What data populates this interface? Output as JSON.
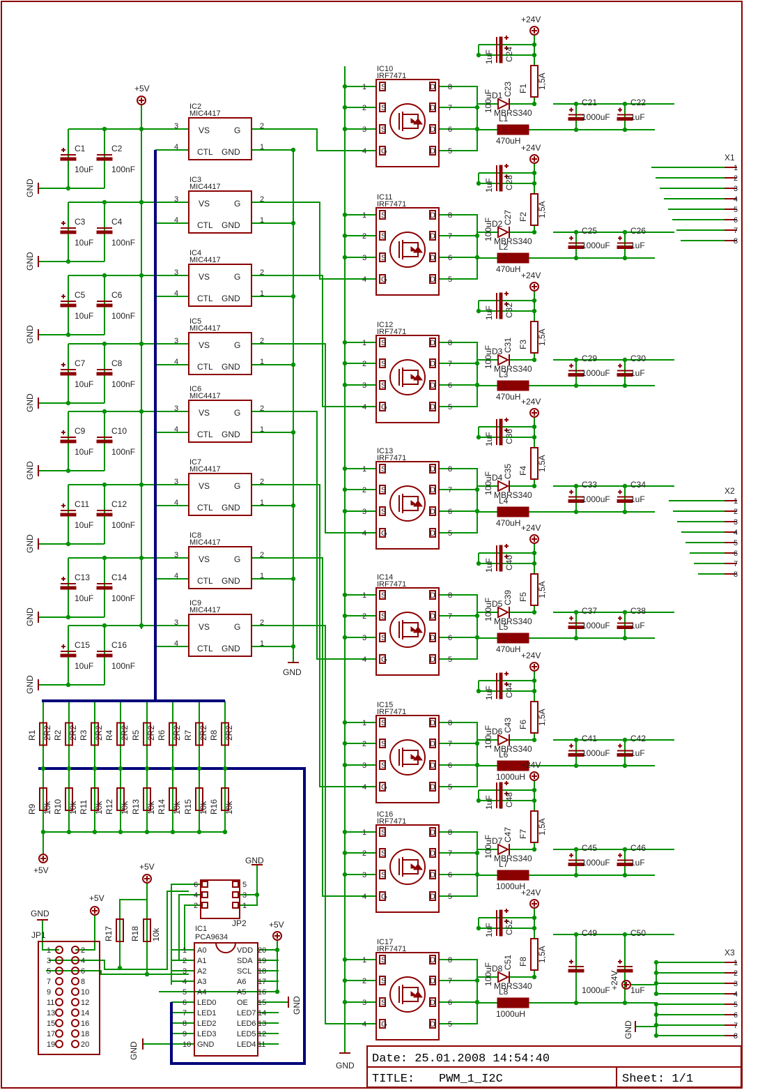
{
  "power": {
    "vcc5": "+5V",
    "vcc24": "+24V",
    "gnd": "GND"
  },
  "drivers": {
    "names": [
      "IC2",
      "IC3",
      "IC4",
      "IC5",
      "IC6",
      "IC7",
      "IC8",
      "IC9"
    ],
    "part": "MIC4417",
    "pins": {
      "vs": "VS",
      "g": "G",
      "ctl": "CTL",
      "gnd": "GND",
      "n3": "3",
      "n2": "2",
      "n4": "4",
      "n1": "1"
    }
  },
  "decoupling": {
    "pairs": [
      [
        "C1",
        "C2"
      ],
      [
        "C3",
        "C4"
      ],
      [
        "C5",
        "C6"
      ],
      [
        "C7",
        "C8"
      ],
      [
        "C9",
        "C10"
      ],
      [
        "C11",
        "C12"
      ],
      [
        "C13",
        "C14"
      ],
      [
        "C15",
        "C16"
      ]
    ],
    "v1": "10uF",
    "v2": "100nF"
  },
  "mosfets": {
    "names": [
      "IC10",
      "IC11",
      "IC12",
      "IC13",
      "IC14",
      "IC15",
      "IC16",
      "IC17"
    ],
    "part": "IRF7471",
    "left_pins": [
      "1",
      "2",
      "3",
      "4"
    ],
    "left_labels": [
      "S",
      "S",
      "S",
      "G"
    ],
    "right_pins": [
      "8",
      "7",
      "6",
      "5"
    ],
    "right_labels": [
      "D",
      "D",
      "D",
      "D"
    ]
  },
  "channels": [
    {
      "cap_top": "C24",
      "cap_bot": "C23",
      "fuse": "F1",
      "diode": "D1",
      "ind": "L1",
      "ind_val": "470uH",
      "co1": "C21",
      "co2": "C22"
    },
    {
      "cap_top": "C28",
      "cap_bot": "C27",
      "fuse": "F2",
      "diode": "D2",
      "ind": "L2",
      "ind_val": "470uH",
      "co1": "C25",
      "co2": "C26"
    },
    {
      "cap_top": "C32",
      "cap_bot": "C31",
      "fuse": "F3",
      "diode": "D3",
      "ind": "L3",
      "ind_val": "470uH",
      "co1": "C29",
      "co2": "C30"
    },
    {
      "cap_top": "C36",
      "cap_bot": "C35",
      "fuse": "F4",
      "diode": "D4",
      "ind": "L4",
      "ind_val": "470uH",
      "co1": "C33",
      "co2": "C34"
    },
    {
      "cap_top": "C40",
      "cap_bot": "C39",
      "fuse": "F5",
      "diode": "D5",
      "ind": "L5",
      "ind_val": "470uH",
      "co1": "C37",
      "co2": "C38"
    },
    {
      "cap_top": "C44",
      "cap_bot": "C43",
      "fuse": "F6",
      "diode": "D6",
      "ind": "L6",
      "ind_val": "1000uH",
      "co1": "C41",
      "co2": "C42"
    },
    {
      "cap_top": "C48",
      "cap_bot": "C47",
      "fuse": "F7",
      "diode": "D7",
      "ind": "L7",
      "ind_val": "1000uH",
      "co1": "C45",
      "co2": "C46"
    },
    {
      "cap_top": "C52",
      "cap_bot": "C51",
      "fuse": "F8",
      "diode": "D8",
      "ind": "L8",
      "ind_val": "1000uH",
      "co1": "C49",
      "co2": "C50"
    }
  ],
  "channel_values": {
    "c1u": "1uF",
    "c100u": "100uF",
    "fuse": "1,5A",
    "diode": "MBRS340",
    "co1": "1000uF",
    "co2": "1uF"
  },
  "resistors": {
    "top_names": [
      "R1",
      "R2",
      "R3",
      "R4",
      "R5",
      "R6",
      "R7",
      "R8"
    ],
    "top_value": "2R2",
    "bot_names": [
      "R9",
      "R10",
      "R11",
      "R12",
      "R13",
      "R14",
      "R15",
      "R16"
    ],
    "bot_value": "10k",
    "pullups": [
      "R17",
      "R18"
    ],
    "pullup_value": "10k"
  },
  "connectors": {
    "x_names": [
      "X1",
      "X2",
      "X3"
    ],
    "x_pins": [
      "1",
      "2",
      "3",
      "4",
      "5",
      "6",
      "7",
      "8"
    ],
    "jp1": "JP1",
    "jp1_pins_left": [
      "1",
      "3",
      "5",
      "7",
      "9",
      "11",
      "13",
      "15",
      "17",
      "19"
    ],
    "jp1_pins_right": [
      "2",
      "4",
      "6",
      "8",
      "10",
      "12",
      "14",
      "16",
      "18",
      "20"
    ],
    "jp2": "JP2",
    "jp2_left": [
      "6",
      "4",
      "2"
    ],
    "jp2_right": [
      "5",
      "3",
      "1"
    ]
  },
  "pca": {
    "name": "IC1",
    "part": "PCA9634",
    "left": [
      [
        "1",
        "A0"
      ],
      [
        "2",
        "A1"
      ],
      [
        "3",
        "A2"
      ],
      [
        "4",
        "A3"
      ],
      [
        "5",
        "A4"
      ],
      [
        "6",
        "LED0"
      ],
      [
        "7",
        "LED1"
      ],
      [
        "8",
        "LED2"
      ],
      [
        "9",
        "LED3"
      ],
      [
        "10",
        "GND"
      ]
    ],
    "right": [
      [
        "20",
        "VDD"
      ],
      [
        "19",
        "SDA"
      ],
      [
        "18",
        "SCL"
      ],
      [
        "17",
        "A6"
      ],
      [
        "16",
        "A5"
      ],
      [
        "15",
        "OE"
      ],
      [
        "14",
        "LED7"
      ],
      [
        "13",
        "LED6"
      ],
      [
        "12",
        "LED5"
      ],
      [
        "11",
        "LED4"
      ]
    ]
  },
  "title_block": {
    "date": "Date: 25.01.2008 14:54:40",
    "title_label": "TITLE:",
    "title": "PWM_1_I2C",
    "sheet": "Sheet: 1/1"
  }
}
